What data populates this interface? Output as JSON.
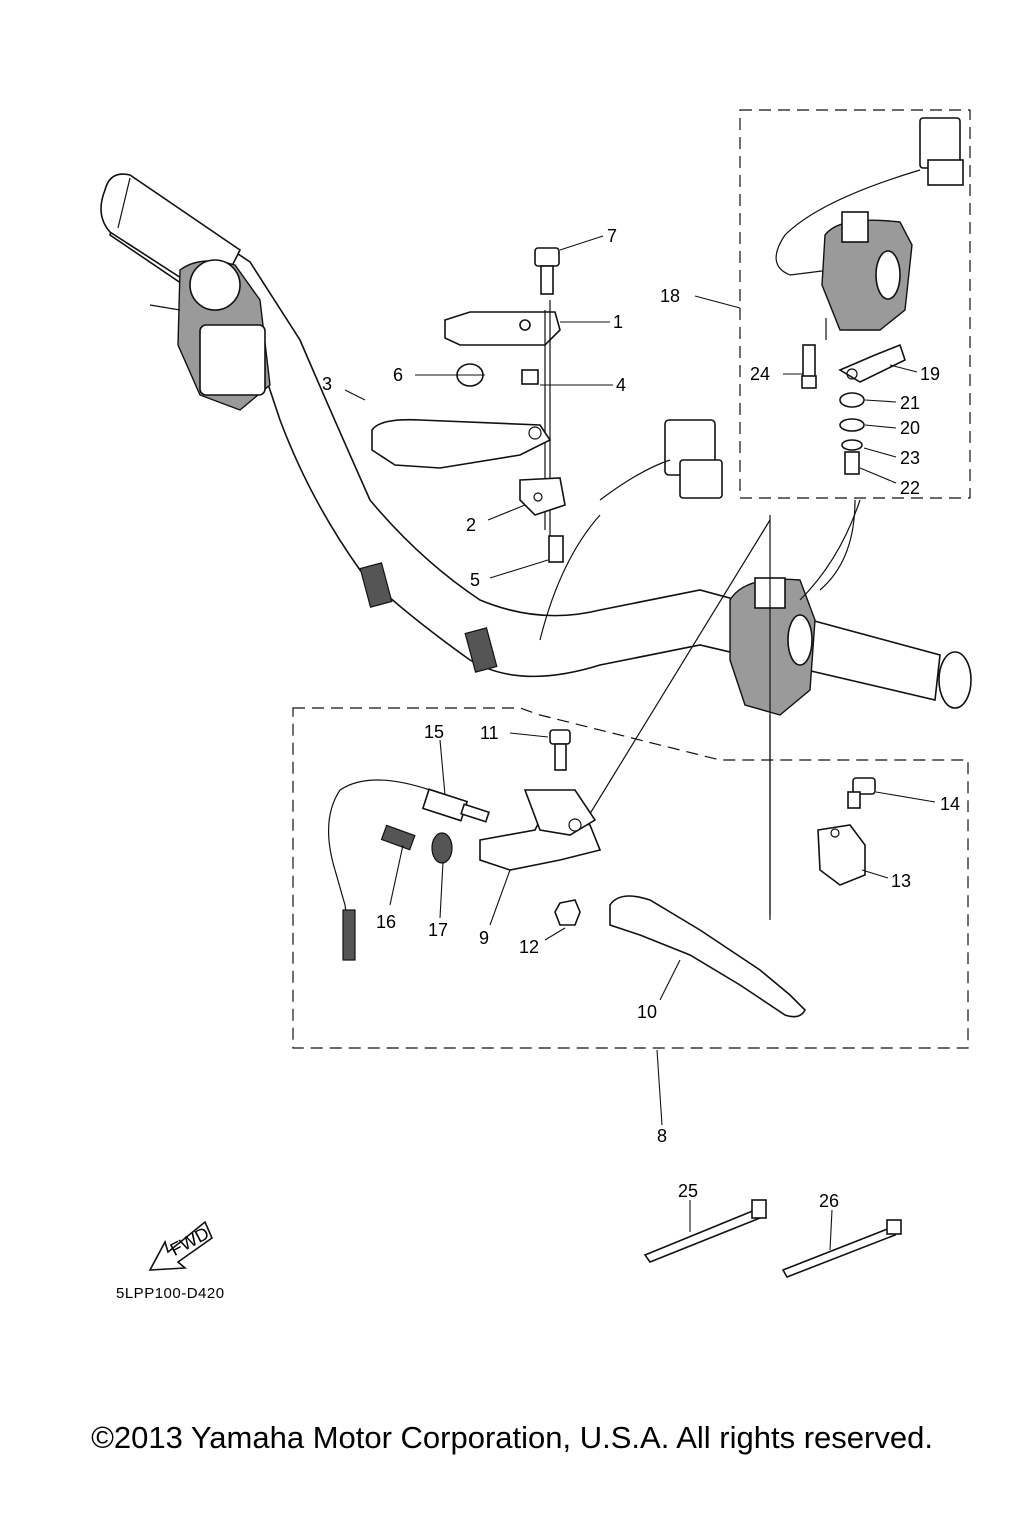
{
  "diagram_code": "5LPP100-D420",
  "fwd_label": "FWD",
  "copyright": "©2013 Yamaha Motor Corporation, U.S.A. All rights reserved.",
  "callouts": [
    "1",
    "2",
    "3",
    "4",
    "5",
    "6",
    "7",
    "8",
    "9",
    "10",
    "11",
    "12",
    "13",
    "14",
    "15",
    "16",
    "17",
    "18",
    "19",
    "20",
    "21",
    "22",
    "23",
    "24",
    "25",
    "26"
  ]
}
